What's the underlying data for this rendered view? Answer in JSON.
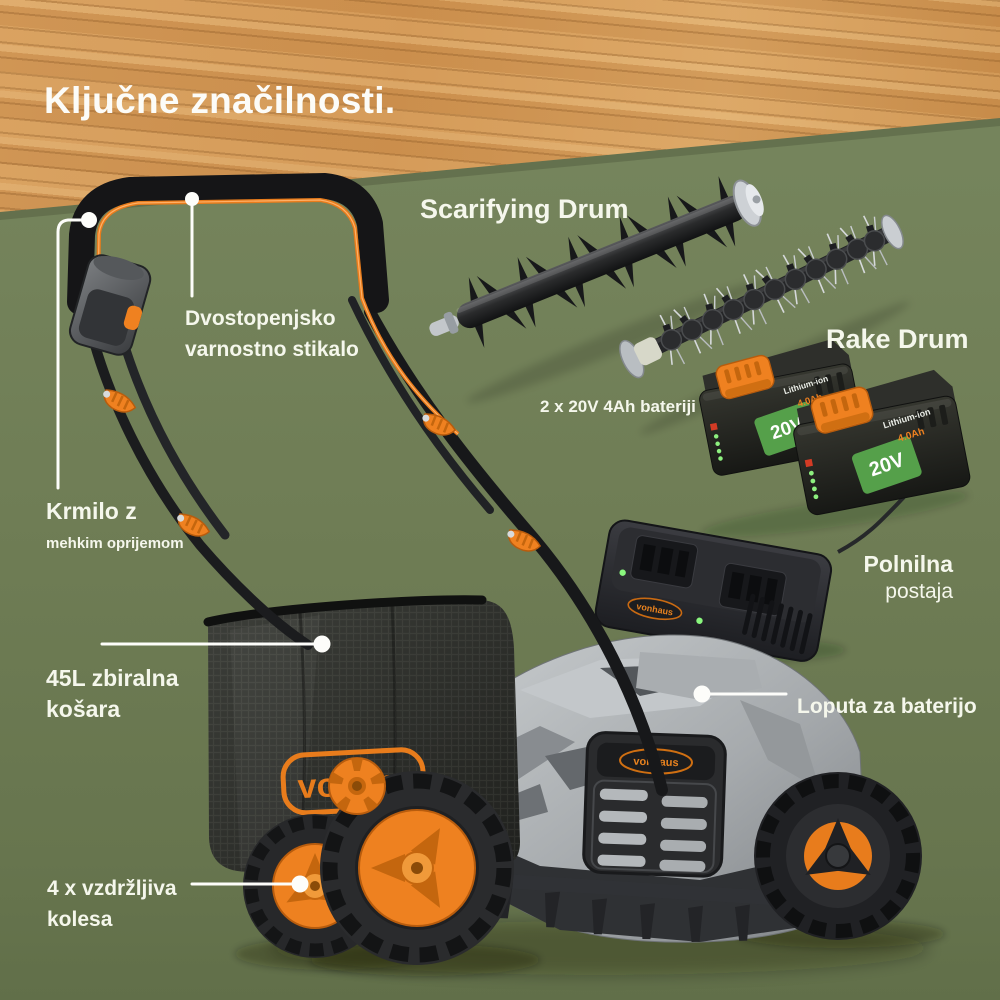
{
  "header": {
    "title": "Ključne značilnosti."
  },
  "colors": {
    "background": "#6f7d55",
    "wood": "#cf9a58",
    "accent_orange": "#ee8120",
    "callout_white": "#ffffff",
    "battery_badge_green": "#55a04a"
  },
  "brand": {
    "name": "vonhaus"
  },
  "battery": {
    "voltage": "20V",
    "chemistry": "Lithium-ion",
    "capacity": "4.0Ah"
  },
  "callouts": {
    "scarifying_drum": {
      "label": "Scarifying Drum"
    },
    "rake_drum": {
      "label": "Rake Drum"
    },
    "batteries": {
      "label": "2 x 20V 4Ah bateriji"
    },
    "charging_station": {
      "line1": "Polnilna",
      "line2": "postaja"
    },
    "safety_switch": {
      "line1": "Dvostopenjsko",
      "line2": "varnostno stikalo"
    },
    "handle": {
      "line1": "Krmilo z",
      "line2": "mehkim oprijemom"
    },
    "collection_bag": {
      "line1": "45L zbiralna",
      "line2": "košara"
    },
    "battery_door": {
      "label": "Loputa za baterijo"
    },
    "wheels": {
      "line1": "4 x vzdržljiva",
      "line2": "kolesa"
    }
  }
}
